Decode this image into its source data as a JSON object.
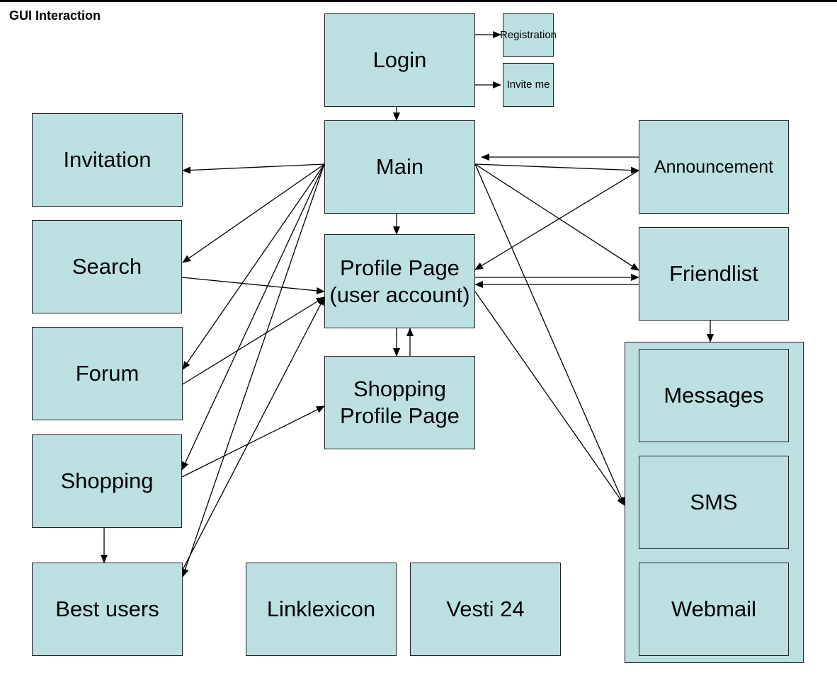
{
  "title": "GUI Interaction",
  "colors": {
    "box_fill": "#bce0e2",
    "border": "#222222",
    "arrow": "#000000"
  },
  "nodes": {
    "login": "Login",
    "registration": "Registration",
    "invite_me": "Invite me",
    "main": "Main",
    "invitation": "Invitation",
    "search": "Search",
    "forum": "Forum",
    "shopping": "Shopping",
    "best_users": "Best users",
    "profile_page": "Profile Page\n(user account)",
    "shopping_profile_page": "Shopping\nProfile Page",
    "announcement": "Announcement",
    "friendlist": "Friendlist",
    "messages": "Messages",
    "sms": "SMS",
    "webmail": "Webmail",
    "linklexicon": "Linklexicon",
    "vesti24": "Vesti 24"
  }
}
